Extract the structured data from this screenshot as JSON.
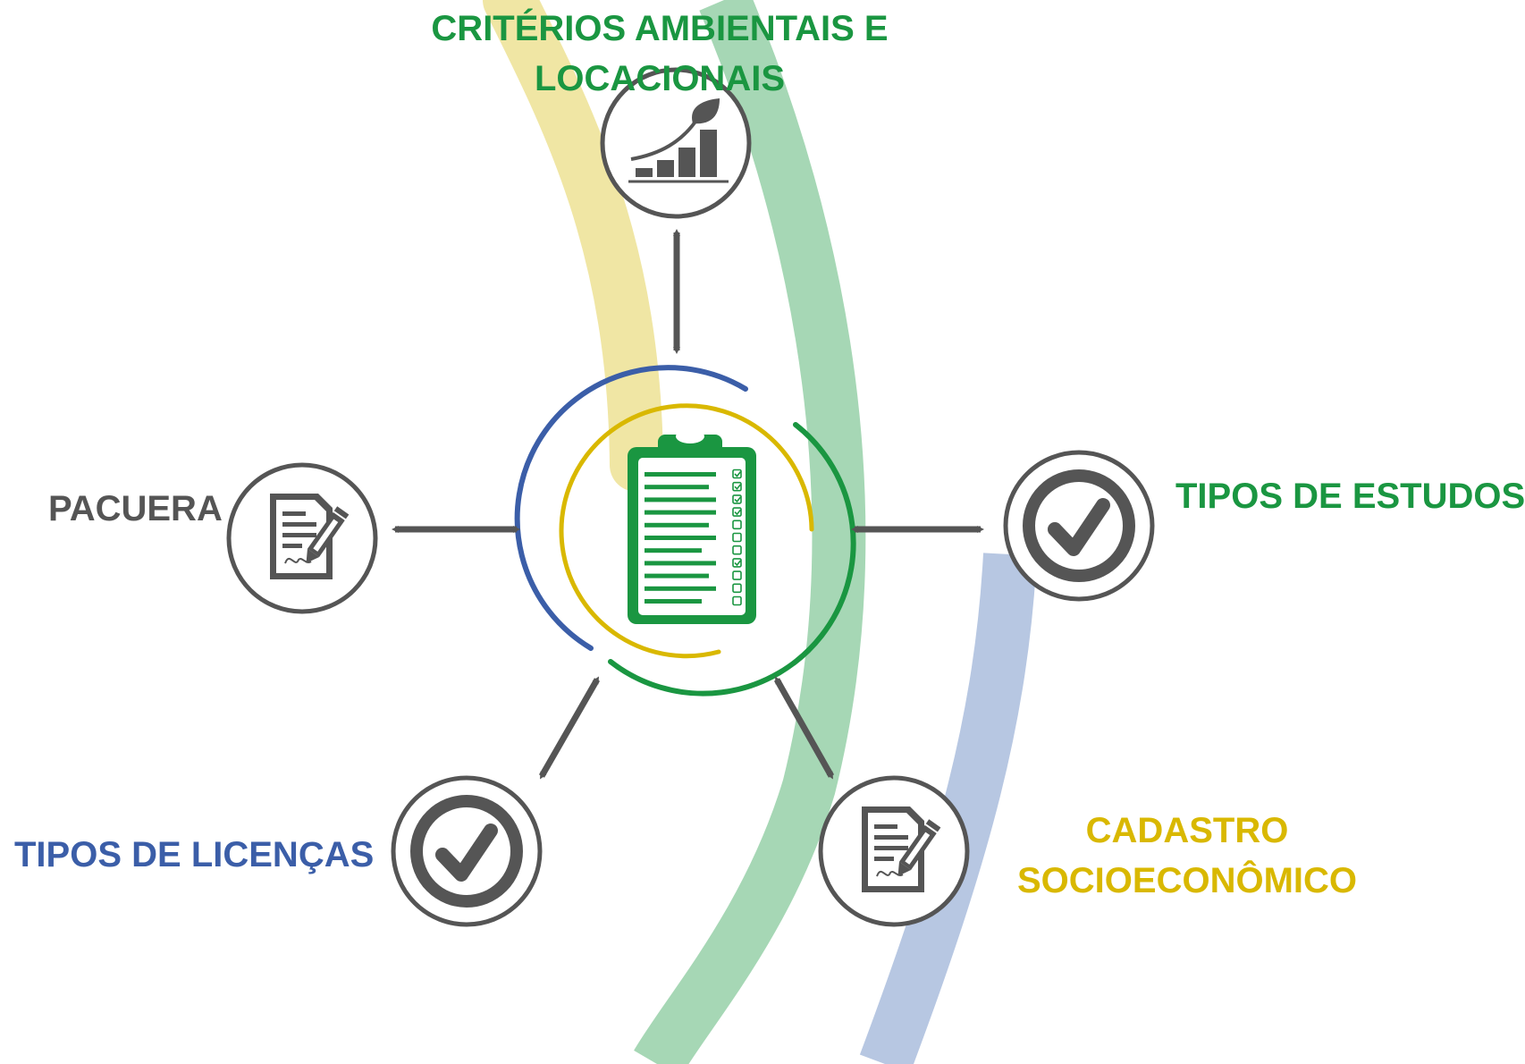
{
  "colors": {
    "gray": "#555555",
    "green": "#1a9641",
    "blue": "#3b5ea8",
    "yellow": "#d9b800",
    "band_yellow": "#f0e6a4",
    "band_green": "#a6d7b5",
    "band_blue": "#b7c7e2",
    "clipboard": "#1a9641"
  },
  "nodes": {
    "top": {
      "lines": [
        "CRITÉRIOS AMBIENTAIS E",
        "LOCACIONAIS"
      ],
      "color": "#1a9641",
      "icon": "growth-chart-leaf-icon"
    },
    "left": {
      "lines": [
        "PACUERA"
      ],
      "color": "#555555",
      "icon": "signed-document-icon"
    },
    "right": {
      "lines": [
        "TIPOS DE ESTUDOS"
      ],
      "color": "#1a9641",
      "icon": "checkmark-icon"
    },
    "bottom_left": {
      "lines": [
        "TIPOS DE LICENÇAS"
      ],
      "color": "#3b5ea8",
      "icon": "checkmark-icon"
    },
    "bottom_right": {
      "lines": [
        "CADASTRO",
        "SOCIOECONÔMICO"
      ],
      "color": "#d9b800",
      "icon": "signed-document-icon"
    }
  },
  "center": {
    "icon": "clipboard-checklist-icon"
  }
}
